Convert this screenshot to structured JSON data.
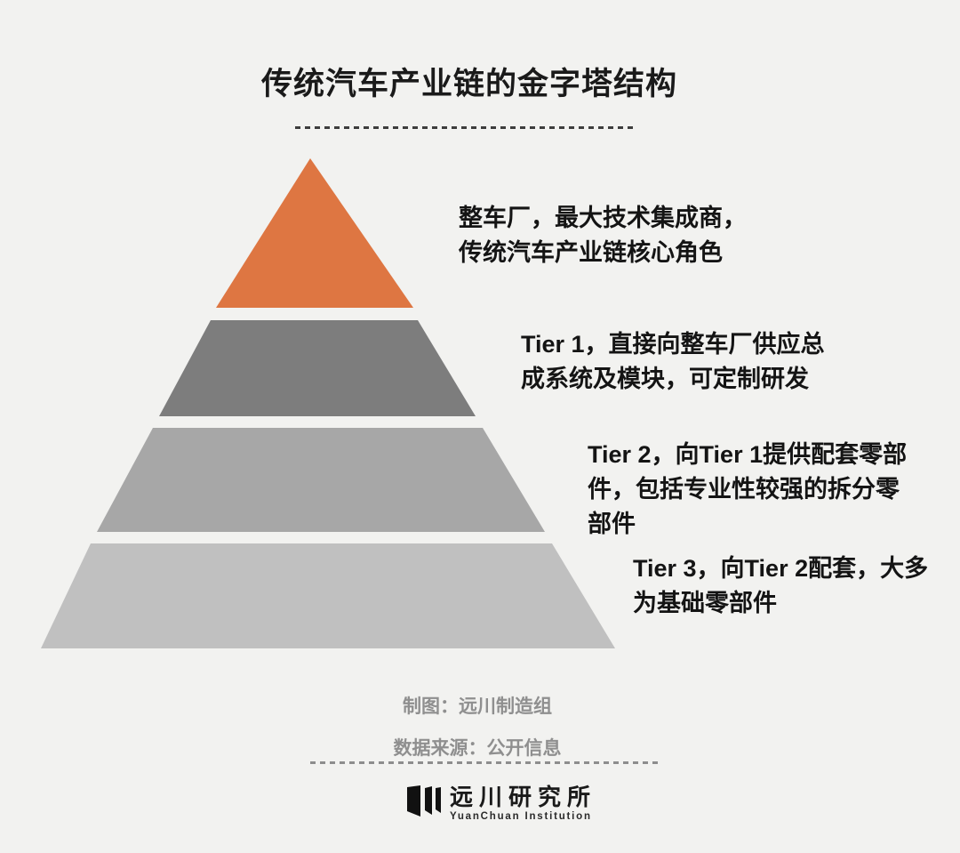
{
  "title": "传统汽车产业链的金字塔结构",
  "pyramid": {
    "layers": [
      {
        "color": "#de7642",
        "label_lines": [
          "整车厂，最大技术集成商，",
          "传统汽车产业链核心角色"
        ]
      },
      {
        "color": "#7d7d7d",
        "label_lines": [
          "Tier 1，直接向整车厂供应总",
          "成系统及模块，可定制研发"
        ]
      },
      {
        "color": "#a7a7a7",
        "label_lines": [
          "Tier 2，向Tier 1提供配套零部",
          "件，包括专业性较强的拆分零",
          "部件"
        ]
      },
      {
        "color": "#c0c0c0",
        "label_lines": [
          "Tier 3，向Tier 2配套，大多",
          "为基础零部件"
        ]
      }
    ]
  },
  "footer": {
    "credit_author": "制图：远川制造组",
    "credit_source": "数据来源：公开信息"
  },
  "logo": {
    "name_cn": "远川研究所",
    "name_en": "YuanChuan Institution",
    "bars_color": "#111111"
  },
  "colors": {
    "background": "#f2f2f0",
    "title_text": "#1a1a1a",
    "label_text": "#141414",
    "credit_text": "#8f8f8f",
    "title_divider": "#3d3d3d",
    "footer_divider": "#8d8d8d"
  }
}
